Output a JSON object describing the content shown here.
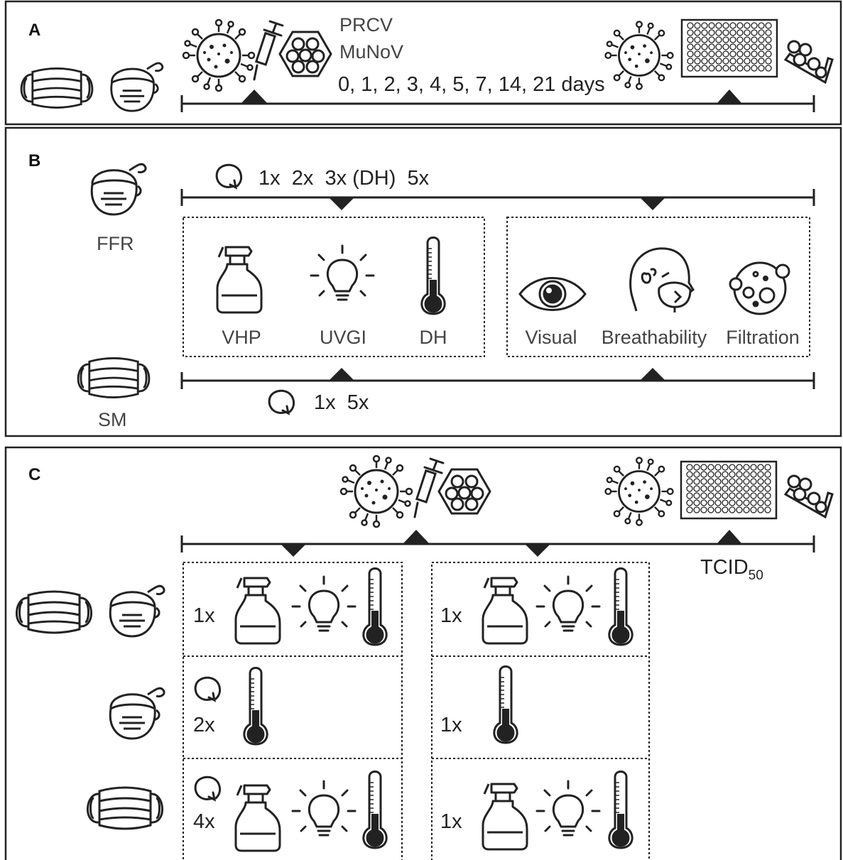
{
  "panel_a": {
    "label": "A",
    "virus_names": [
      "PRCV",
      "MuNoV"
    ],
    "timepoints": "0, 1, 2, 3, 4, 5, 7, 14, 21 days"
  },
  "panel_b": {
    "label": "B",
    "ffr_label": "FFR",
    "sm_label": "SM",
    "ffr_cycles": "1x  2x  3x (DH)  5x",
    "sm_cycles": "1x  5x",
    "treatments": [
      "VHP",
      "UVGI",
      "DH"
    ],
    "assessments": [
      "Visual",
      "Breathability",
      "Filtration"
    ]
  },
  "panel_c": {
    "label": "C",
    "assay": "TCID",
    "assay_sub": "50",
    "grid": [
      {
        "left": "1x",
        "right": "1x"
      },
      {
        "left": "2x",
        "right": "1x"
      },
      {
        "left": "4x",
        "right": "1x"
      }
    ]
  }
}
